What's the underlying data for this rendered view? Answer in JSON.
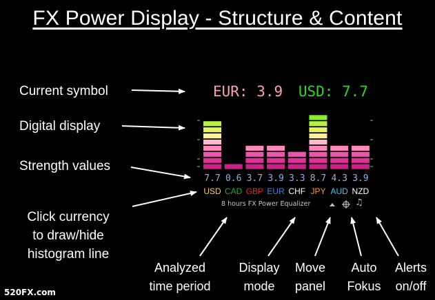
{
  "title": "FX Power Display - Structure & Content",
  "left_labels": {
    "current_symbol": "Current symbol",
    "digital_display": "Digital display",
    "strength_values": "Strength values",
    "click_currency_1": "Click currency",
    "click_currency_2": "to draw/hide",
    "click_currency_3": "histogram line"
  },
  "symbol_readout": {
    "base": "EUR: 3.9",
    "quote": "USD: 7.7",
    "base_color": "#ff9fb5",
    "quote_color": "#22dd22"
  },
  "equalizer": {
    "currencies": [
      {
        "code": "USD",
        "value": "7.7",
        "level": 7.7,
        "color": "#ffd23a"
      },
      {
        "code": "CAD",
        "value": "0.6",
        "level": 0.6,
        "color": "#22aa44"
      },
      {
        "code": "GBP",
        "value": "3.7",
        "level": 3.7,
        "color": "#ee2222"
      },
      {
        "code": "EUR",
        "value": "3.9",
        "level": 3.9,
        "color": "#3388ff"
      },
      {
        "code": "CHF",
        "value": "3.3",
        "level": 3.3,
        "color": "#ffffff"
      },
      {
        "code": "JPY",
        "value": "8.7",
        "level": 8.7,
        "color": "#ff9a1a"
      },
      {
        "code": "AUD",
        "value": "4.3",
        "level": 4.3,
        "color": "#33ccff"
      },
      {
        "code": "NZD",
        "value": "3.9",
        "level": 3.9,
        "color": "#ffffff"
      }
    ],
    "value_color": "#8fb3e0",
    "footer_text": "8 hours FX Power Equalizer",
    "segment_colors": [
      "#cc2288",
      "#dd3399",
      "#ee55aa",
      "#ff88bb",
      "#ffbbcc",
      "#fff0a0",
      "#e8f060",
      "#b8f040",
      "#88f028",
      "#33dd22"
    ]
  },
  "bottom_labels": {
    "period_1": "Analyzed",
    "period_2": "time period",
    "mode_1": "Display",
    "mode_2": "mode",
    "move_1": "Move",
    "move_2": "panel",
    "auto_1": "Auto",
    "auto_2": "Fokus",
    "alerts_1": "Alerts",
    "alerts_2": "on/off"
  },
  "logo": "520FX.com",
  "icons": [
    "move-up-triangle-icon",
    "crosshair-icon",
    "music-note-icon"
  ]
}
